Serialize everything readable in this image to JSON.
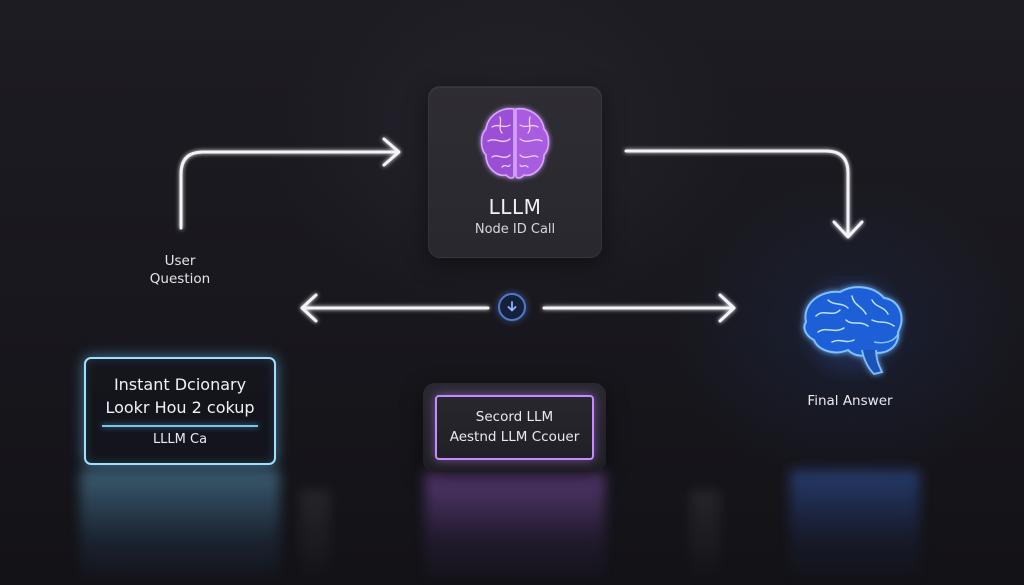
{
  "user": {
    "line1": "User",
    "line2": "Question"
  },
  "llm_node": {
    "title": "LLLM",
    "subtitle": "Node ID Call",
    "icon": "brain-icon",
    "color": "#c77dff"
  },
  "dictionary": {
    "line1": "Instant Dcionary",
    "line2": "Lookr Hou 2 cokup",
    "line3": "LLLM Ca",
    "color": "#9fe0ff"
  },
  "second_llm": {
    "line1": "Secord LLM",
    "line2": "Aestnd LLM Ccouer",
    "color": "#c68cff"
  },
  "final": {
    "label": "Final Answer",
    "icon": "brain-icon",
    "color": "#4f9dff"
  },
  "connector": {
    "icon": "download-arrow-icon"
  }
}
